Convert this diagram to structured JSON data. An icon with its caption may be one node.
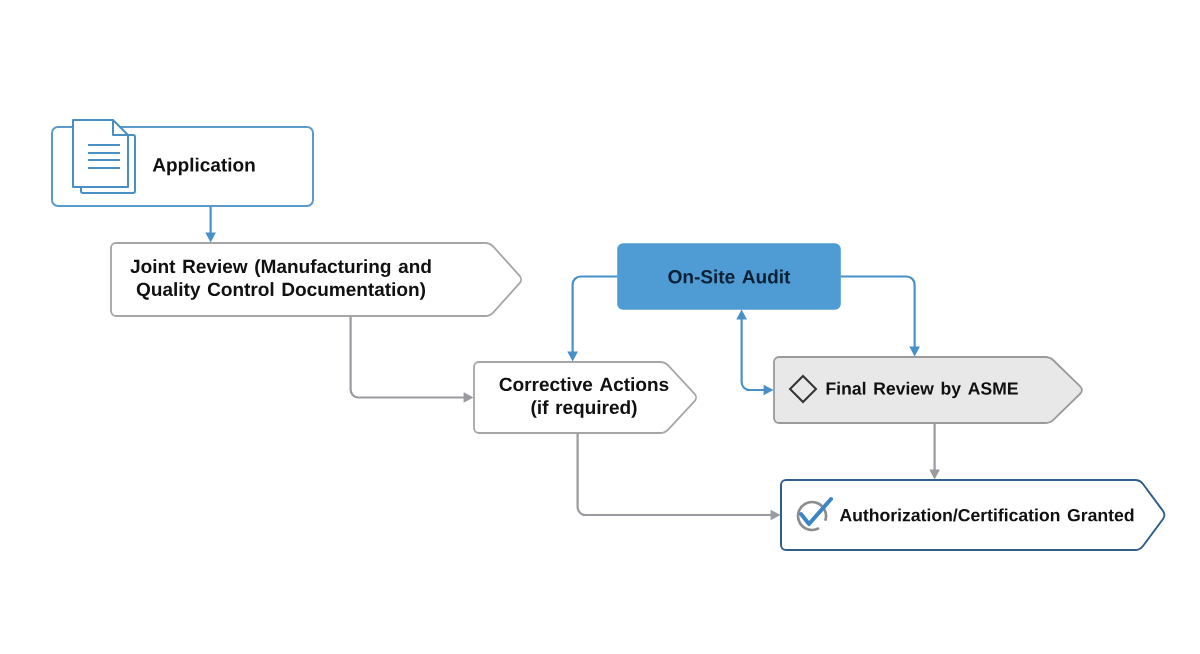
{
  "diagram": {
    "nodes": [
      {
        "text": [
          "Application"
        ]
      },
      {
        "text": [
          "Joint Review (Manufacturing and Quality Control Documentation)"
        ]
      },
      {
        "text": [
          "On-Site Audit"
        ]
      },
      {
        "text": [
          "Corrective Actions (if required)"
        ]
      },
      {
        "text": [
          "Final Review by ASME"
        ]
      },
      {
        "text": [
          "Authorization/Certification Granted"
        ]
      }
    ],
    "edges": [
      {
        "from": 0,
        "to": 1,
        "arrow": "to"
      },
      {
        "from": 1,
        "to": 3,
        "arrow": "to",
        "color": "#9a9aa0"
      },
      {
        "from": 2,
        "to": 3,
        "arrow": "to"
      },
      {
        "from": 2,
        "to": 4,
        "arrow": "to"
      },
      {
        "from": 2,
        "to": 4,
        "arrow": "both"
      },
      {
        "from": 3,
        "to": 5,
        "arrow": "to",
        "color": "#9a9aa0"
      },
      {
        "from": 4,
        "to": 5,
        "arrow": "to",
        "color": "#9a9aa0"
      }
    ]
  }
}
